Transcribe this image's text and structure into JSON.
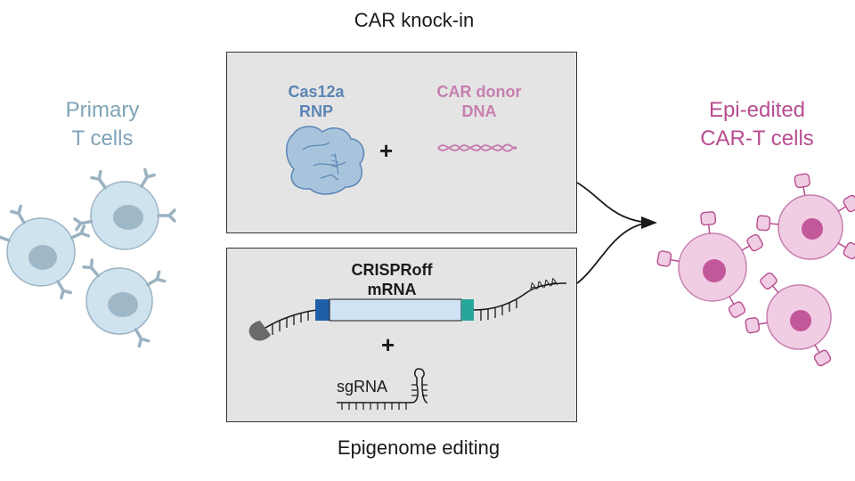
{
  "labels": {
    "top_title": "CAR knock-in",
    "bottom_title": "Epigenome editing",
    "left_cells": "Primary\nT cells",
    "right_cells": "Epi-edited\nCAR-T cells",
    "cas12a": "Cas12a\nRNP",
    "car_donor": "CAR donor\nDNA",
    "crisproff": "CRISPRoff\nmRNA",
    "poly_a": "AAAA",
    "sgrna": "sgRNA",
    "plus": "+"
  },
  "colors": {
    "t_cell": "#cfe3ee",
    "t_cell_nucleus": "#9fb8c8",
    "car_t_cell": "#f1cde4",
    "car_t_nucleus": "#c2589a",
    "panel_bg": "#e4e4e4"
  }
}
